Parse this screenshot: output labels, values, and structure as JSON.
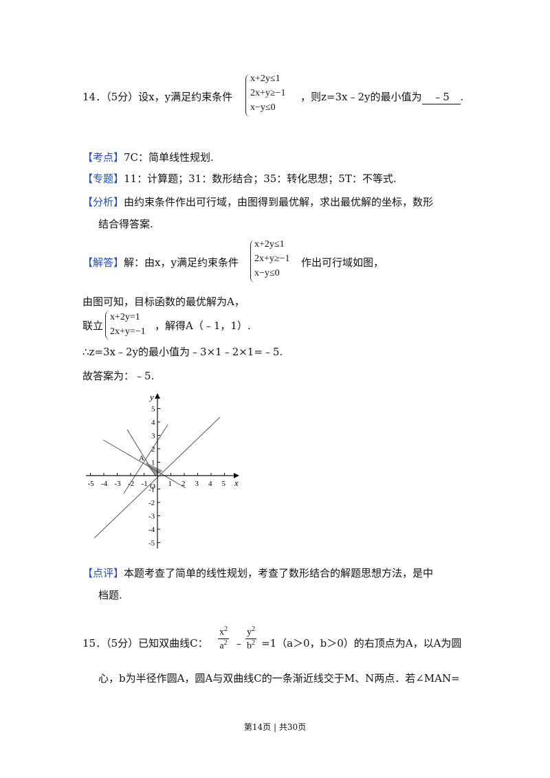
{
  "q14": {
    "prefix": "14．（5分）设x，y满足约束条件",
    "constraints": [
      "x+2y≤1",
      "2x+y≥−1",
      "x−y≤0"
    ],
    "suffix_before": "，则z=3x﹣2y的最小值为",
    "answer": "﹣5",
    "suffix_after": "."
  },
  "kaodian": {
    "tag": "【考点】",
    "text": "7C：简单线性规划."
  },
  "zhuanti": {
    "tag": "【专题】",
    "text": "11：计算题；31：数形结合；35：转化思想；5T：不等式."
  },
  "fenxi": {
    "tag": "【分析】",
    "line1": "由约束条件作出可行域，由图得到最优解，求出最优解的坐标，数形",
    "line2": "结合得答案."
  },
  "jieda": {
    "tag": "【解答】",
    "pre": "解：由x，y满足约束条件",
    "constraints": [
      "x+2y≤1",
      "2x+y≥−1",
      "x−y≤0"
    ],
    "post": "作出可行域如图，",
    "l1": "由图可知，目标函数的最优解为A，",
    "l2_pre": "联立",
    "l2_sys": [
      "x+2y=1",
      "2x+y=−1"
    ],
    "l2_post": "，解得A（﹣1，1）.",
    "l3": "∴z=3x﹣2y的最小值为﹣3×1﹣2×1=﹣5.",
    "l4": "故答案为：﹣5."
  },
  "graph": {
    "x_label": "x",
    "y_label": "y",
    "origin_label": "O",
    "point_label": "A",
    "x_ticks": [
      "-5",
      "-4",
      "-3",
      "-2",
      "-1",
      "1",
      "2",
      "3",
      "4",
      "5"
    ],
    "y_ticks": [
      "5",
      "4",
      "3",
      "2",
      "1",
      "-1",
      "-2",
      "-3",
      "-4",
      "-5"
    ]
  },
  "dianping": {
    "tag": "【点评】",
    "line1": "本题考查了简单的线性规划，考查了数形结合的解题思想方法，是中",
    "line2": "档题."
  },
  "q15": {
    "prefix": "15．（5分）已知双曲线C：",
    "x_num": "x",
    "x_exp": "2",
    "a_den": "a",
    "a_exp": "2",
    "minus": "﹣",
    "y_num": "y",
    "y_exp": "2",
    "b_den": "b",
    "b_exp": "2",
    "rest": "=1（a＞0，b＞0）的右顶点为A，以A为圆",
    "line2": "心，b为半径作圆A，圆A与双曲线C的一条渐近线交于M、N两点．若∠MAN="
  },
  "footer": "第14页 | 共30页"
}
